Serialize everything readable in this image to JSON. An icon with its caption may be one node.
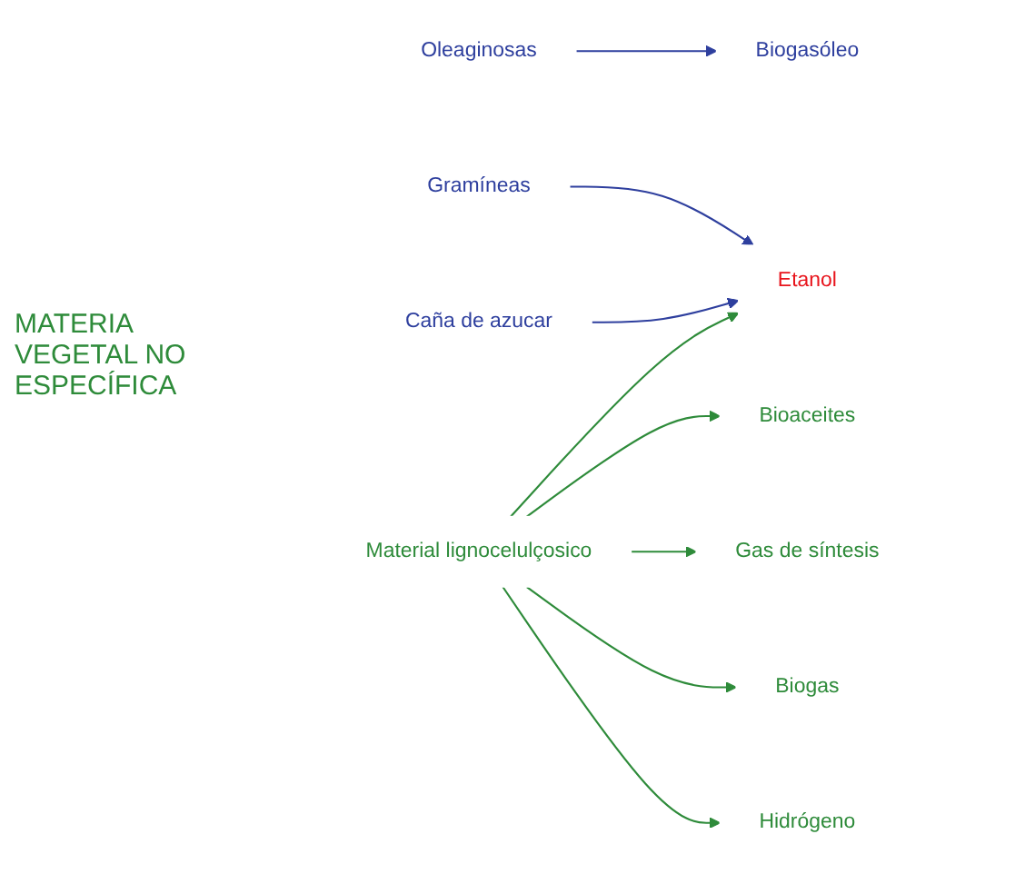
{
  "diagram": {
    "nodes": [
      {
        "text": [
          "Oleaginosas"
        ]
      },
      {
        "text": [
          "Gramíneas"
        ]
      },
      {
        "text": [
          "Caña de azucar"
        ]
      },
      {
        "text": [
          "Material lignocelulçosico"
        ]
      },
      {
        "text": [
          "Biogasóleo"
        ]
      },
      {
        "text": [
          "Etanol"
        ]
      },
      {
        "text": [
          "Bioaceites"
        ]
      },
      {
        "text": [
          "Gas de síntesis"
        ]
      },
      {
        "text": [
          "Biogas"
        ]
      },
      {
        "text": [
          "Hidrógeno"
        ]
      }
    ],
    "edges": [
      {
        "from": 0,
        "to": 4,
        "arrow": "to",
        "color": "#2e3f9e"
      },
      {
        "from": 1,
        "to": 5,
        "arrow": "to",
        "color": "#2e3f9e"
      },
      {
        "from": 2,
        "to": 5,
        "arrow": "to",
        "color": "#2e3f9e"
      },
      {
        "from": 3,
        "to": 5,
        "arrow": "to"
      },
      {
        "from": 3,
        "to": 6,
        "arrow": "to"
      },
      {
        "from": 3,
        "to": 7,
        "arrow": "to"
      },
      {
        "from": 3,
        "to": 8,
        "arrow": "to"
      },
      {
        "from": 3,
        "to": 9,
        "arrow": "to"
      }
    ],
    "labels": [
      "MATERIA VEGETAL NO ESPECÍFICA"
    ]
  }
}
